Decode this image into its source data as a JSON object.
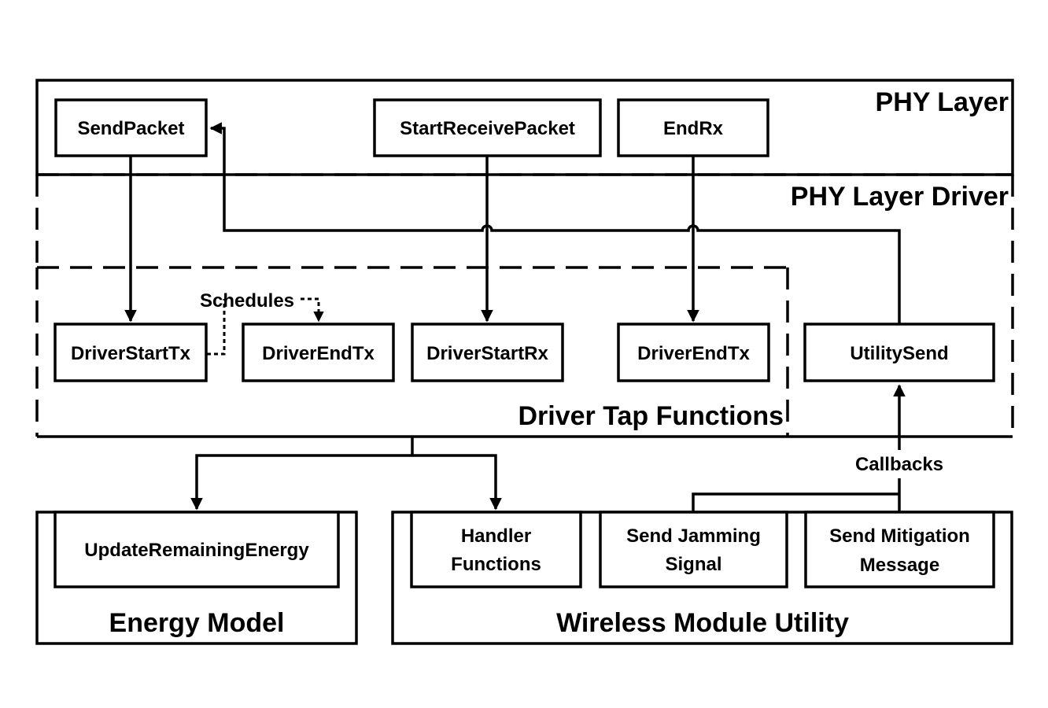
{
  "containers": {
    "phy_layer": "PHY Layer",
    "phy_layer_driver": "PHY Layer Driver",
    "driver_tap_functions": "Driver Tap Functions",
    "energy_model": "Energy Model",
    "wireless_module_utility": "Wireless Module Utility"
  },
  "boxes": {
    "send_packet": "SendPacket",
    "start_receive_packet": "StartReceivePacket",
    "end_rx": "EndRx",
    "driver_start_tx": "DriverStartTx",
    "driver_end_tx_1": "DriverEndTx",
    "driver_start_rx": "DriverStartRx",
    "driver_end_tx_2": "DriverEndTx",
    "utility_send": "UtilitySend",
    "update_remaining_energy": "UpdateRemainingEnergy",
    "handler_functions": [
      "Handler",
      "Functions"
    ],
    "send_jamming_signal": [
      "Send Jamming",
      "Signal"
    ],
    "send_mitigation_message": [
      "Send Mitigation",
      "Message"
    ]
  },
  "edge_labels": {
    "schedules": "Schedules",
    "callbacks": "Callbacks"
  }
}
